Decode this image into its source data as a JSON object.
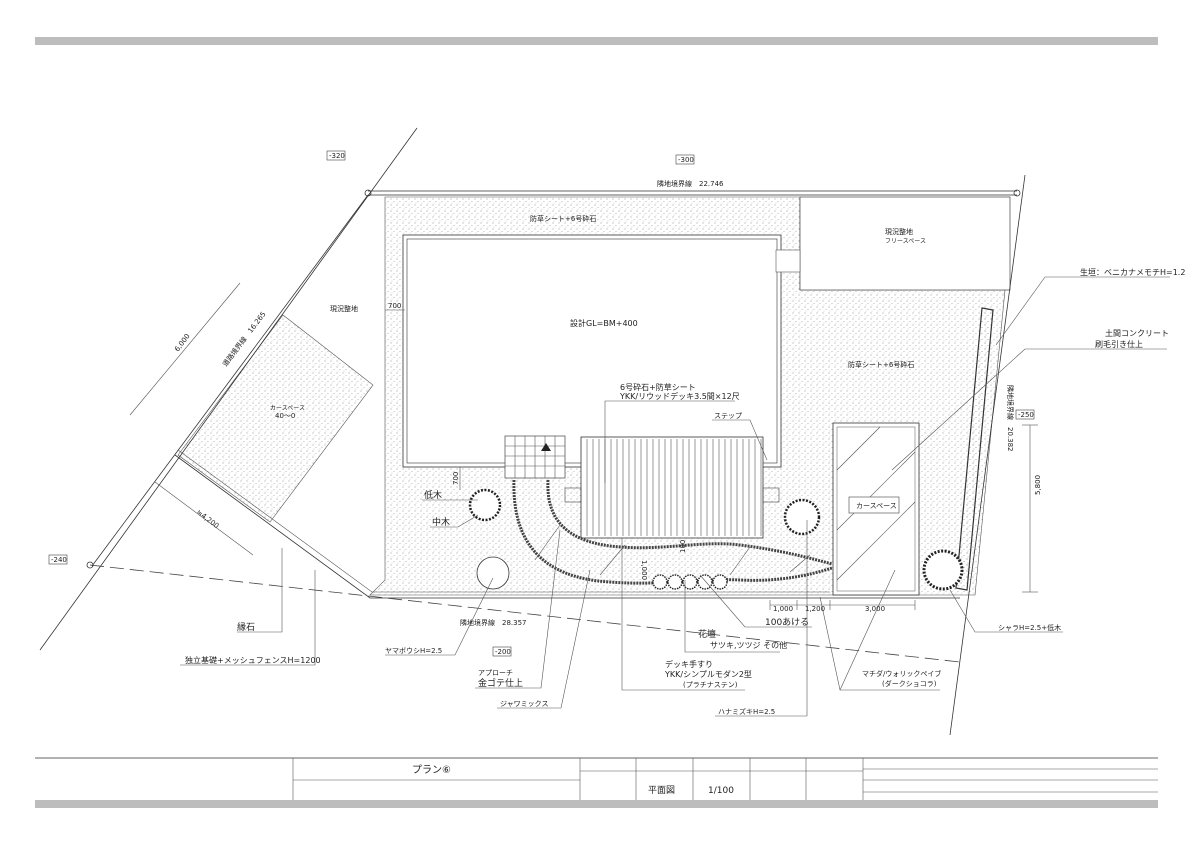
{
  "sheet": {
    "title": "プラン⑥",
    "drawing_type": "平面図",
    "scale": "1/100"
  },
  "elevation_tags": [
    "-320",
    "-300",
    "-250",
    "-240",
    "-200"
  ],
  "boundaries": {
    "top": "隣地境界線　22.746",
    "right": "隣地境界線　20.382",
    "bottom": "隣地境界線　28.357",
    "road": "道路境界線　16.265"
  },
  "areas": {
    "gravel_top": "防草シート+6号砕石",
    "gravel_right": "防草シート+6号砕石",
    "existing_left": "現況整地",
    "existing_right": "現況整地",
    "free_space": "フリースペース",
    "house": "設計GL=BM+400",
    "carspace_left": "カースペース",
    "carspace_left_size": "40～0",
    "carport": "カースペース"
  },
  "dimensions": {
    "setback_left": "700",
    "setback_bottom": "700",
    "road_width": "6,000",
    "road_approx": "≒4,200",
    "right_depth": "5,800",
    "bottom_a": "1,000",
    "bottom_b": "1,200",
    "bottom_c": "3,000",
    "path_width": "1,000",
    "gap": "100"
  },
  "callouts": {
    "deck_line1": "6号砕石+防草シート",
    "deck_line2": "YKK/リウッドデッキ3.5間×12尺",
    "step": "ステップ",
    "shrub_low": "低木",
    "tree_mid": "中木",
    "hedge": "生垣：ベニカナメモチH=1.2",
    "concrete_line1": "土間コンクリート",
    "concrete_line2": "刷毛引き仕上",
    "shara": "シャラH=2.5+低木",
    "gap_note": "100あける",
    "flowerbed_line1": "花壇",
    "flowerbed_line2": "サツキ,ツツジ その他",
    "handrail_line1": "デッキ手すり",
    "handrail_line2": "YKK/シンプルモダン2型",
    "handrail_line3": "(プラチナステン)",
    "pave_line1": "マチダ/ウォリックペイブ",
    "pave_line2": "(ダークショコラ)",
    "hanamizuki": "ハナミズキH=2.5",
    "curb": "縁石",
    "fence": "独立基礎+メッシュフェンスH=1200",
    "yamaboushi": "ヤマボウシH=2.5",
    "approach_line1": "アプローチ",
    "approach_line2": "金ゴテ仕上",
    "jawa": "ジャワミックス"
  }
}
